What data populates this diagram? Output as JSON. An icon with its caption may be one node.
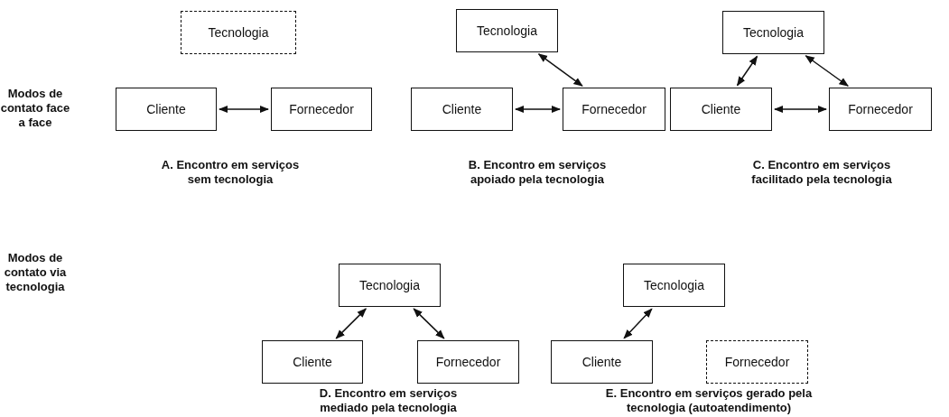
{
  "diagram": {
    "nodes": [
      {
        "text": [
          "Tecnologia"
        ]
      },
      {
        "text": [
          "Cliente"
        ]
      },
      {
        "text": [
          "Fornecedor"
        ]
      },
      {
        "text": [
          "Tecnologia"
        ]
      },
      {
        "text": [
          "Cliente"
        ]
      },
      {
        "text": [
          "Fornecedor"
        ]
      },
      {
        "text": [
          "Tecnologia"
        ]
      },
      {
        "text": [
          "Cliente"
        ]
      },
      {
        "text": [
          "Fornecedor"
        ]
      },
      {
        "text": [
          "Tecnologia"
        ]
      },
      {
        "text": [
          "Cliente"
        ]
      },
      {
        "text": [
          "Fornecedor"
        ]
      },
      {
        "text": [
          "Tecnologia"
        ]
      },
      {
        "text": [
          "Cliente"
        ]
      },
      {
        "text": [
          "Fornecedor"
        ]
      }
    ],
    "edges": [
      {
        "from": 1,
        "to": 2,
        "arrow": "both"
      },
      {
        "from": 3,
        "to": 5,
        "arrow": "both"
      },
      {
        "from": 4,
        "to": 5,
        "arrow": "both"
      },
      {
        "from": 6,
        "to": 7,
        "arrow": "both"
      },
      {
        "from": 6,
        "to": 8,
        "arrow": "both"
      },
      {
        "from": 7,
        "to": 8,
        "arrow": "both"
      },
      {
        "from": 9,
        "to": 10,
        "arrow": "both"
      },
      {
        "from": 9,
        "to": 11,
        "arrow": "both"
      },
      {
        "from": 12,
        "to": 13,
        "arrow": "both"
      }
    ],
    "labels": [
      "Modos de contato face a face",
      "A. Encontro em serviços sem tecnologia",
      "B. Encontro em serviços apoiado pela tecnologia",
      "C. Encontro em serviços facilitado pela tecnologia",
      "Modos de contato via tecnologia",
      "D. Encontro em serviços mediado pela tecnologia",
      "E. Encontro em serviços gerado pela tecnologia (autoatendimento)"
    ]
  }
}
